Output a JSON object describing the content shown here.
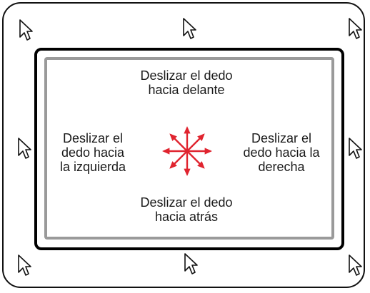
{
  "labels": {
    "forward": [
      "Deslizar el dedo",
      "hacia delante"
    ],
    "left": [
      "Deslizar el",
      "dedo hacia",
      "la izquierda"
    ],
    "right": [
      "Deslizar el",
      "dedo hacia la",
      "derecha"
    ],
    "back": [
      "Deslizar el dedo",
      "hacia atrás"
    ]
  },
  "colors": {
    "arrows": "#e0242f",
    "outer_border": "#111111",
    "pad_border": "#000000",
    "inner_border": "#9a9a9a"
  },
  "icons": {
    "cursor": "arrow-pointer-icon",
    "gesture": "multi-direction-arrows-icon"
  }
}
